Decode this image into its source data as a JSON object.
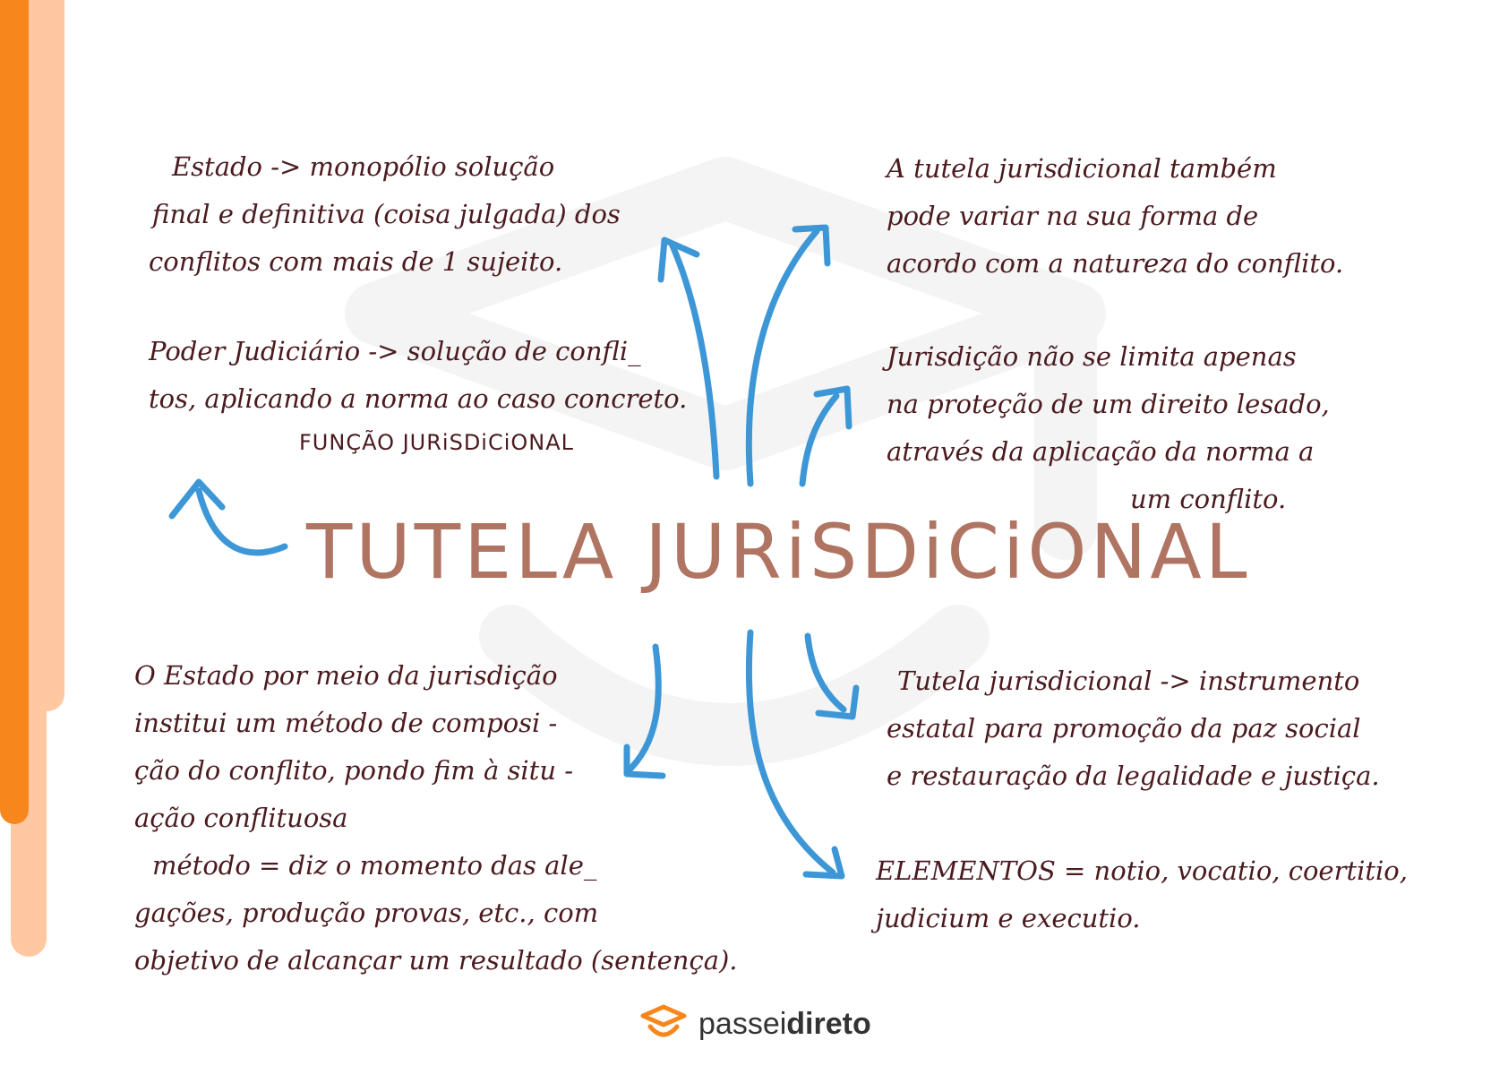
{
  "brand": {
    "name_light": "passei",
    "name_bold": "direto",
    "accent": "#f7861c",
    "accent_light": "#ffc8a0"
  },
  "title": "TUTELA JURiSDiCiONAL",
  "notes": {
    "top_left_1": [
      "Estado -> monopólio solução",
      "final e definitiva (coisa julgada) dos",
      "conflitos com mais de 1 sujeito."
    ],
    "top_left_2": [
      "Poder Judiciário -> solução de confli_",
      "tos, aplicando a norma ao caso concreto."
    ],
    "top_left_2_caption": "FUNÇÃO JURiSDiCiONAL",
    "top_right_1": [
      "A tutela jurisdicional também",
      "pode variar na sua forma de",
      "acordo com a natureza do conflito."
    ],
    "top_right_2": [
      "Jurisdição não se limita apenas",
      "na proteção de um direito lesado,",
      "através da aplicação da norma a",
      "um conflito."
    ],
    "bottom_left": [
      "O Estado por meio da jurisdição",
      "institui um método de composi -",
      "ção do conflito, pondo fim à situ -",
      "ação conflituosa",
      "método = diz o momento das ale_",
      "gações, produção provas, etc., com",
      "objetivo de alcançar um resultado (sentença)."
    ],
    "bottom_right_1": [
      "Tutela jurisdicional -> instrumento",
      "estatal para promoção da paz social",
      "e restauração da legalidade e justiça."
    ],
    "bottom_right_2": [
      "ELEMENTOS = notio, vocatio, coertitio,",
      "judicium e executio."
    ]
  },
  "colors": {
    "ink": "#4a1a1e",
    "title": "#b07462",
    "arrow": "#3d97d6"
  },
  "icons": {
    "logo": "graduation-cap-icon",
    "arrows": "hand-drawn-arrow-icon"
  }
}
